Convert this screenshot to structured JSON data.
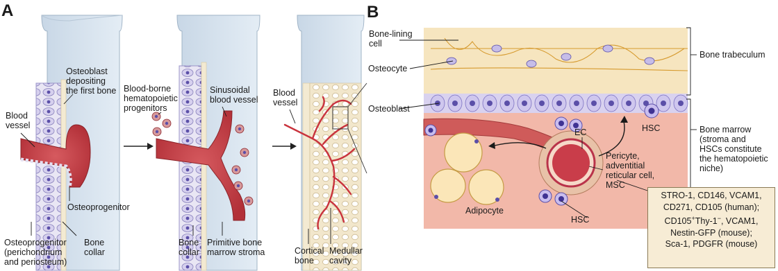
{
  "panels": {
    "a": "A",
    "b": "B"
  },
  "panel_a": {
    "stage1": {
      "osteoblast": "Osteoblast\ndepositing\nthe first bone",
      "blood_vessel": "Blood\nvessel",
      "osteoprogenitor": "Osteoprogenitor",
      "osteoprogenitor_perichondrium": "Osteoprogenitor\n(perichondrium\nand periosteum)",
      "bone_collar": "Bone\ncollar"
    },
    "stage2": {
      "blood_borne": "Blood-borne\nhematopoietic\nprogenitors",
      "sinusoidal": "Sinusoidal\nblood vessel",
      "bone_collar": "Bone\ncollar",
      "primitive_stroma": "Primitive bone\nmarrow stroma"
    },
    "stage3": {
      "blood_vessel": "Blood\nvessel",
      "cortical": "Cortical\nbone",
      "medullar": "Medullar\ncavity"
    }
  },
  "panel_b": {
    "bone_lining": "Bone-lining\ncell",
    "osteocyte": "Osteocyte",
    "osteoblast": "Osteoblast",
    "ec": "EC",
    "hsc_top": "HSC",
    "hsc_bottom": "HSC",
    "pericyte": "Pericyte,\nadventitial\nreticular cell,\nMSC",
    "adipocyte": "Adipocyte",
    "bone_trabeculum": "Bone trabeculum",
    "bone_marrow": "Bone marrow\n(stroma and\nHSCs constitute\nthe hematopoietic\nniche)",
    "markers": {
      "line1": "STRO-1, CD146, VCAM1,",
      "line2": "CD271, CD105 (human);",
      "line3_pre": "CD105",
      "line3_sup1": "+",
      "line3_mid": "Thy-1",
      "line3_sup2": "−",
      "line3_post": ", VCAM1,",
      "line4": "Nestin-GFP (mouse);",
      "line5": "Sca-1, PDGFR (mouse)"
    }
  },
  "colors": {
    "bone": "#d6e3ee",
    "cartilage_edge": "#f3ead2",
    "vessel": "#c9434a",
    "marrow": "#f1b7a9",
    "osteoblast_cell": "#c8c4e8",
    "nucleus": "#5b4fa8",
    "trabeculum": "#f5e6c4",
    "box": "#f7ecd5"
  }
}
